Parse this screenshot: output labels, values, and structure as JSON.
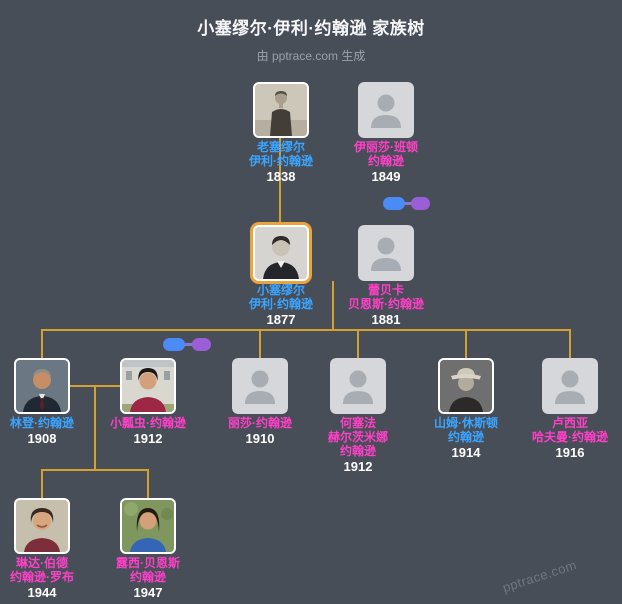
{
  "page": {
    "title": "小塞缪尔·伊利·约翰逊 家族树",
    "subtitle": "由 pptrace.com 生成",
    "watermark": "pptrace.com"
  },
  "colors": {
    "background": "#484e58",
    "connector_line": "#d4a02f",
    "male_name": "#3aa5ff",
    "female_name": "#ff3fc8",
    "highlight_ring": "#eaa43c",
    "couple_pill_blue": "#4b8bf5",
    "couple_pill_purple": "#9a5fd6"
  },
  "people": {
    "samuel_sr": {
      "name_lines": [
        "老塞缪尔",
        "伊利·约翰逊"
      ],
      "year": "1838",
      "gender": "male"
    },
    "eliza": {
      "name_lines": [
        "伊丽莎·班顿",
        "约翰逊"
      ],
      "year": "1849",
      "gender": "female"
    },
    "samuel_jr": {
      "name_lines": [
        "小塞缪尔",
        "伊利·约翰逊"
      ],
      "year": "1877",
      "gender": "male"
    },
    "rebekah": {
      "name_lines": [
        "蕾贝卡",
        "贝恩斯·约翰逊"
      ],
      "year": "1881",
      "gender": "female"
    },
    "lyndon": {
      "name_lines": [
        "林登·约翰逊"
      ],
      "year": "1908",
      "gender": "male"
    },
    "ladybird": {
      "name_lines": [
        "小瓢虫·约翰逊"
      ],
      "year": "1912",
      "gender": "female"
    },
    "lisa": {
      "name_lines": [
        "丽莎·约翰逊"
      ],
      "year": "1910",
      "gender": "female"
    },
    "josefa": {
      "name_lines": [
        "何塞法",
        "赫尔茨米娜",
        "约翰逊"
      ],
      "year": "1912",
      "gender": "female"
    },
    "sam_houston": {
      "name_lines": [
        "山姆·休斯顿",
        "约翰逊"
      ],
      "year": "1914",
      "gender": "male"
    },
    "lucia": {
      "name_lines": [
        "卢西亚",
        "哈夫曼·约翰逊"
      ],
      "year": "1916",
      "gender": "female"
    },
    "lynda": {
      "name_lines": [
        "琳达·伯德",
        "约翰逊·罗布"
      ],
      "year": "1944",
      "gender": "female"
    },
    "luci": {
      "name_lines": [
        "露西·贝恩斯",
        "约翰逊"
      ],
      "year": "1947",
      "gender": "female"
    }
  }
}
